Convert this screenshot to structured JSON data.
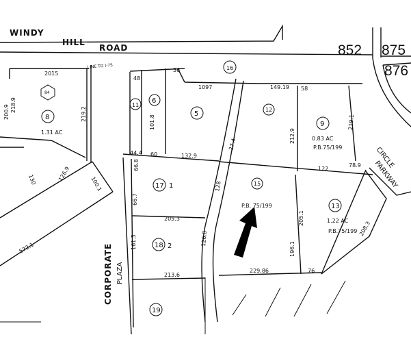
{
  "roads": {
    "windy_hill_road": [
      "WINDY",
      "HILL",
      "ROAD"
    ],
    "corporate_plaza": [
      "CORPORATE",
      "PLAZA"
    ],
    "circle_parkway": [
      "CIRCLE",
      "PARKWAY"
    ],
    "to_i75": "LINE TO I-75"
  },
  "page_refs": {
    "p852": "852",
    "p875": "875",
    "p876": "876"
  },
  "parcels": {
    "p8": {
      "id": "8",
      "area": "1.31 AC"
    },
    "p11": {
      "id": "11"
    },
    "p6": {
      "id": "6"
    },
    "p5": {
      "id": "5"
    },
    "p12": {
      "id": "12"
    },
    "p9": {
      "id": "9",
      "area": "0.83 AC",
      "plat": "P.B.75/199"
    },
    "p17": {
      "id": "17",
      "lot": "1"
    },
    "p15": {
      "id": "15",
      "plat": "P.B. 75/199"
    },
    "p13": {
      "id": "13",
      "area": "1.22 AC",
      "plat": "P.B.75/199"
    },
    "p18": {
      "id": "18",
      "lot": "2"
    },
    "p19": {
      "id": "19"
    },
    "p16": {
      "id": "16"
    },
    "p84": {
      "id": "84"
    }
  },
  "dimensions": {
    "d2015": "2015",
    "d1097": "1097",
    "d1449": "149.19",
    "d1329": "132.9",
    "d2053": "205.3",
    "d2136": "213.6",
    "d22986": "229.86",
    "d122": "122",
    "d789": "78.9",
    "d130": "130",
    "d5721": "572.1",
    "d1269": "126.9",
    "d1003": "100.1",
    "d444": "44.4",
    "d60": "60",
    "d668": "66.8",
    "d667": "66.7",
    "d1615": "161.5",
    "d2051": "205.1",
    "d1961": "196.1",
    "d76": "76",
    "d2083": "208.3",
    "d2129": "212.9",
    "d218": "218.9",
    "d2009": "200.9",
    "d2192": "219.2",
    "d1018": "101.8",
    "d48": "48",
    "d56": "56",
    "d58": "58",
    "d274": "27.4",
    "d2191": "219.1",
    "d1268": "126.8",
    "d128": "128"
  },
  "arrow": {
    "direction": "up-right",
    "color": "#000000"
  }
}
